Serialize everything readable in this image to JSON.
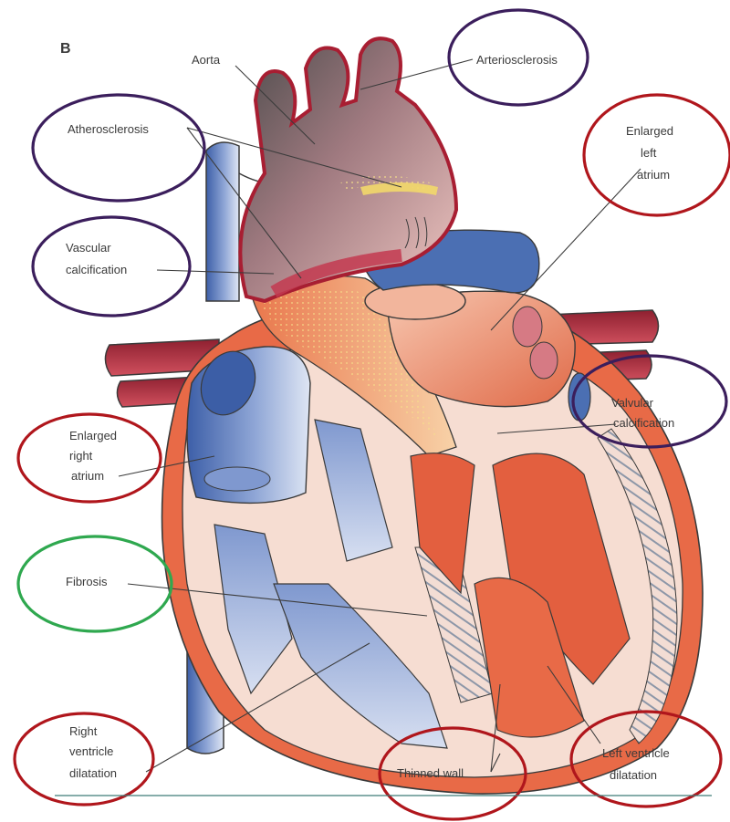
{
  "panel_label": "B",
  "labels": {
    "aorta": "Aorta",
    "arteriosclerosis": "Arteriosclerosis",
    "atherosclerosis": "Atherosclerosis",
    "enlarged_left_atrium": [
      "Enlarged",
      "left",
      "atrium"
    ],
    "vascular_calcification": [
      "Vascular",
      "calcification"
    ],
    "valvular_calcification": [
      "Valvular",
      "calcification"
    ],
    "enlarged_right_atrium": [
      "Enlarged",
      "right",
      "atrium"
    ],
    "fibrosis": "Fibrosis",
    "right_ventricle_dilatation": [
      "Right",
      "ventricle",
      "dilatation"
    ],
    "thinned_wall": "Thinned wall",
    "left_ventricle_dilatation": [
      "Left ventricle",
      "dilatation"
    ]
  },
  "colors": {
    "vascular_circle": "#3b1e5c",
    "cardiac_circle": "#b0161c",
    "fibrosis_circle": "#2fa84f",
    "vein_blue": "#4f73b8",
    "artery_red": "#b83a4a",
    "muscle_orange": "#e07a5a",
    "chamber_pink": "#f6ddd2"
  }
}
